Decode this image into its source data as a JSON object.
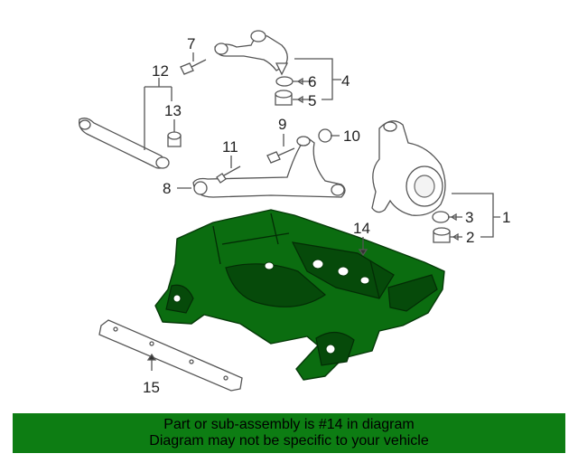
{
  "diagram": {
    "callouts": {
      "c1": "1",
      "c2": "2",
      "c3": "3",
      "c4": "4",
      "c5": "5",
      "c6": "6",
      "c7": "7",
      "c8": "8",
      "c9": "9",
      "c10": "10",
      "c11": "11",
      "c12": "12",
      "c13": "13",
      "c14": "14",
      "c15": "15"
    },
    "highlight_color": "#0b6d10"
  },
  "banner": {
    "line1": "Part or sub-assembly is #14 in diagram",
    "line2": "Diagram may not be specific to your vehicle",
    "background": "#0d7d13"
  }
}
